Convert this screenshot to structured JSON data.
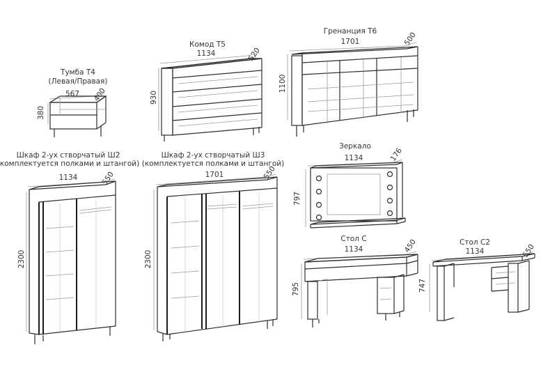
{
  "items": {
    "tumba": {
      "title_1": "Тумба Т4",
      "title_2": "(Левая/Правая)",
      "width": "567",
      "depth": "400",
      "height": "380"
    },
    "komod": {
      "title": "Комод Т5",
      "width": "1134",
      "depth": "520",
      "height": "930"
    },
    "gredenciya": {
      "title": "Гренанция Т6",
      "width": "1701",
      "depth": "500",
      "height": "1100"
    },
    "shkaf2": {
      "title_1": "Шкаф 2-ух створчатый Ш2",
      "title_2": "(комплектуется полками и штангой)",
      "width": "1134",
      "depth": "550",
      "height": "2300"
    },
    "shkaf3": {
      "title_1": "Шкаф 2-ух створчатый Ш3",
      "title_2": "(комплектуется полками и штангой)",
      "width": "1701",
      "depth": "550",
      "height": "2300"
    },
    "zerkalo": {
      "title": "Зеркало",
      "width": "1134",
      "depth": "176",
      "height": "797"
    },
    "stol_c": {
      "title": "Стол С",
      "width": "1134",
      "depth": "450",
      "height": "795"
    },
    "stol_c2": {
      "title": "Стол С2",
      "width": "1134",
      "depth": "550",
      "height": "747"
    }
  }
}
